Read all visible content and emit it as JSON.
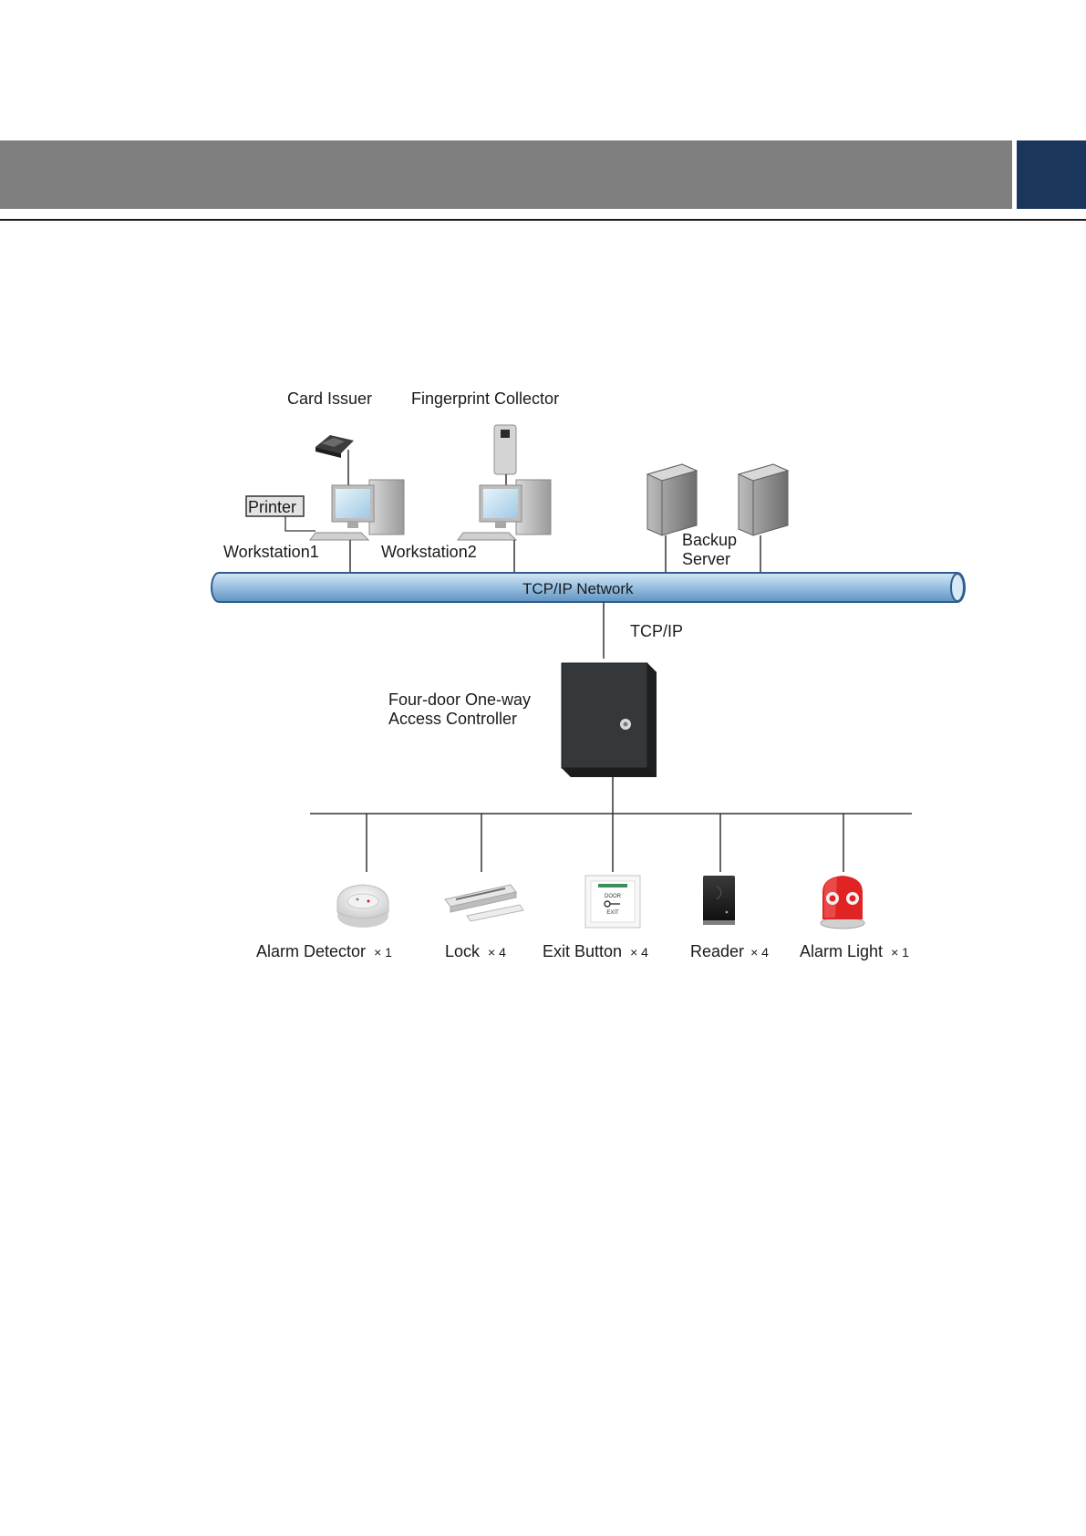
{
  "header": {
    "bar_color": "#7f7f7f",
    "block_color": "#1b365d"
  },
  "diagram": {
    "top": {
      "card_issuer": "Card Issuer",
      "fingerprint_collector": "Fingerprint Collector",
      "printer": "Printer",
      "workstation1": "Workstation1",
      "workstation2": "Workstation2",
      "backup_line1": "Backup",
      "backup_line2": "Server"
    },
    "network": {
      "label": "TCP/IP  Network",
      "link_label": "TCP/IP",
      "color": "#8ab6d9"
    },
    "controller": {
      "line1": "Four-door One-way",
      "line2": "Access Controller"
    },
    "devices": [
      {
        "name": "Alarm Detector",
        "qty": "× 1",
        "icon": "smoke-detector-icon"
      },
      {
        "name": "Lock",
        "qty": "× 4",
        "icon": "magnetic-lock-icon"
      },
      {
        "name": "Exit Button",
        "qty": "× 4",
        "icon": "exit-button-icon"
      },
      {
        "name": "Reader",
        "qty": "× 4",
        "icon": "card-reader-icon"
      },
      {
        "name": "Alarm Light",
        "qty": "× 1",
        "icon": "alarm-light-icon"
      }
    ],
    "exit_button_text": {
      "line1": "DOOR",
      "line2": "EXIT"
    }
  }
}
